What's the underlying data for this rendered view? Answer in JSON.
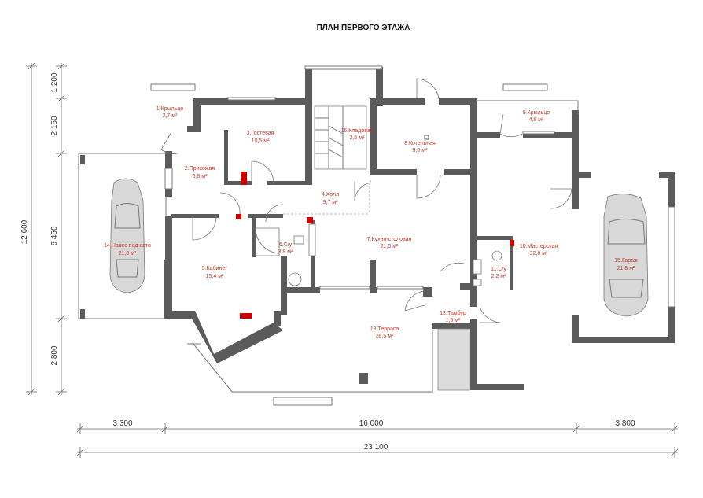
{
  "title": "ПЛАН ПЕРВОГО ЭТАЖА",
  "rooms": [
    {
      "name": "1.Крыльцо",
      "area": "2,7 м²"
    },
    {
      "name": "2.Прихожая",
      "area": "6,8 м²"
    },
    {
      "name": "3.Гостевая",
      "area": "10,5 м²"
    },
    {
      "name": "4.Холл",
      "area": "9,7 м²"
    },
    {
      "name": "5.Кабинет",
      "area": "15,4 м²"
    },
    {
      "name": "6.С/у",
      "area": "3,8 м²"
    },
    {
      "name": "7.Кухня-столовая",
      "area": "21,0 м²"
    },
    {
      "name": "8.Котельная",
      "area": "9,0 м²"
    },
    {
      "name": "9.Крыльцо",
      "area": "4,8 м²"
    },
    {
      "name": "10.Мастерская",
      "area": "32,8 м²"
    },
    {
      "name": "11.С/у",
      "area": "2,2 м²"
    },
    {
      "name": "12.Тамбур",
      "area": "1,5 м²"
    },
    {
      "name": "13.Терраса",
      "area": "28,5 м²"
    },
    {
      "name": "14.Навес под авто",
      "area": "21,0 м²"
    },
    {
      "name": "15.Гараж",
      "area": "21,8 м²"
    },
    {
      "name": "16.Кладовая",
      "area": "2,6 м²"
    }
  ],
  "dimensions": {
    "horizontal": [
      "3 300",
      "16 000",
      "3 800"
    ],
    "horizontal_total": "23 100",
    "vertical": [
      "1 200",
      "2 150",
      "6 450",
      "2 800"
    ],
    "vertical_total": "12 600"
  }
}
